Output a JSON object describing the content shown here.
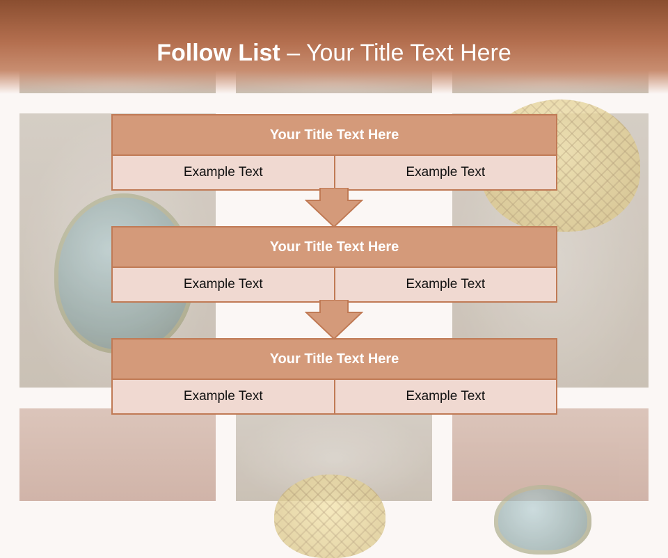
{
  "slide": {
    "title_bold": "Follow List",
    "title_rest": " – Your Title Text Here"
  },
  "steps": [
    {
      "title": "Your Title Text Here",
      "left": "Example Text",
      "right": "Example Text"
    },
    {
      "title": "Your Title Text Here",
      "left": "Example Text",
      "right": "Example Text"
    },
    {
      "title": "Your Title Text Here",
      "left": "Example Text",
      "right": "Example Text"
    }
  ],
  "colors": {
    "header_dark": "#8a4e30",
    "block_head": "#d49a7a",
    "block_body": "#f0d9d1",
    "border": "#c07a55"
  },
  "icons": [
    "down-arrow-icon",
    "down-arrow-icon"
  ]
}
